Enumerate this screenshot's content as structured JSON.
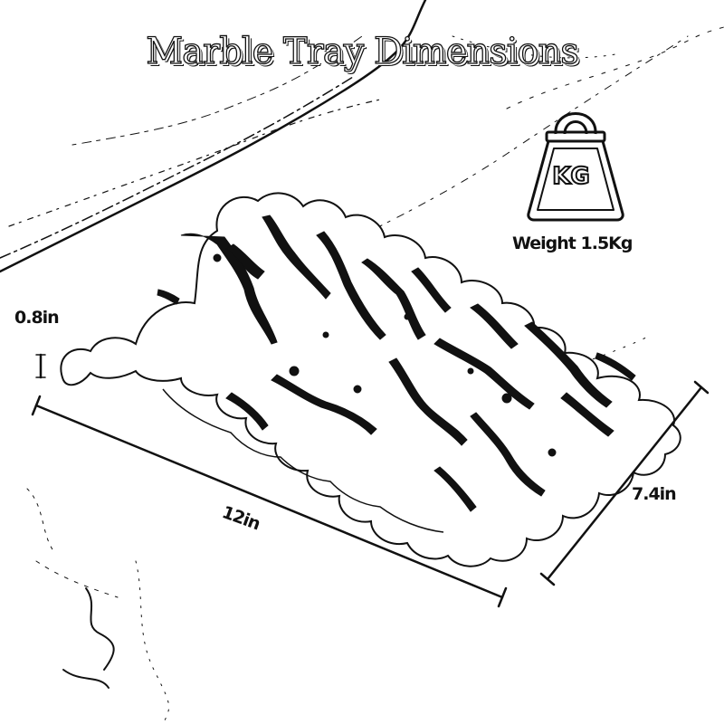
{
  "title": "Marble Tray Dimensions",
  "dimensions": {
    "height": "0.8in",
    "length": "12in",
    "width": "7.4in"
  },
  "weight": {
    "unit_badge": "KG",
    "label": "Weight 1.5Kg"
  },
  "colors": {
    "line": "#111111",
    "background": "#ffffff"
  },
  "icons": {
    "weight": "kettlebell-weight-icon"
  }
}
